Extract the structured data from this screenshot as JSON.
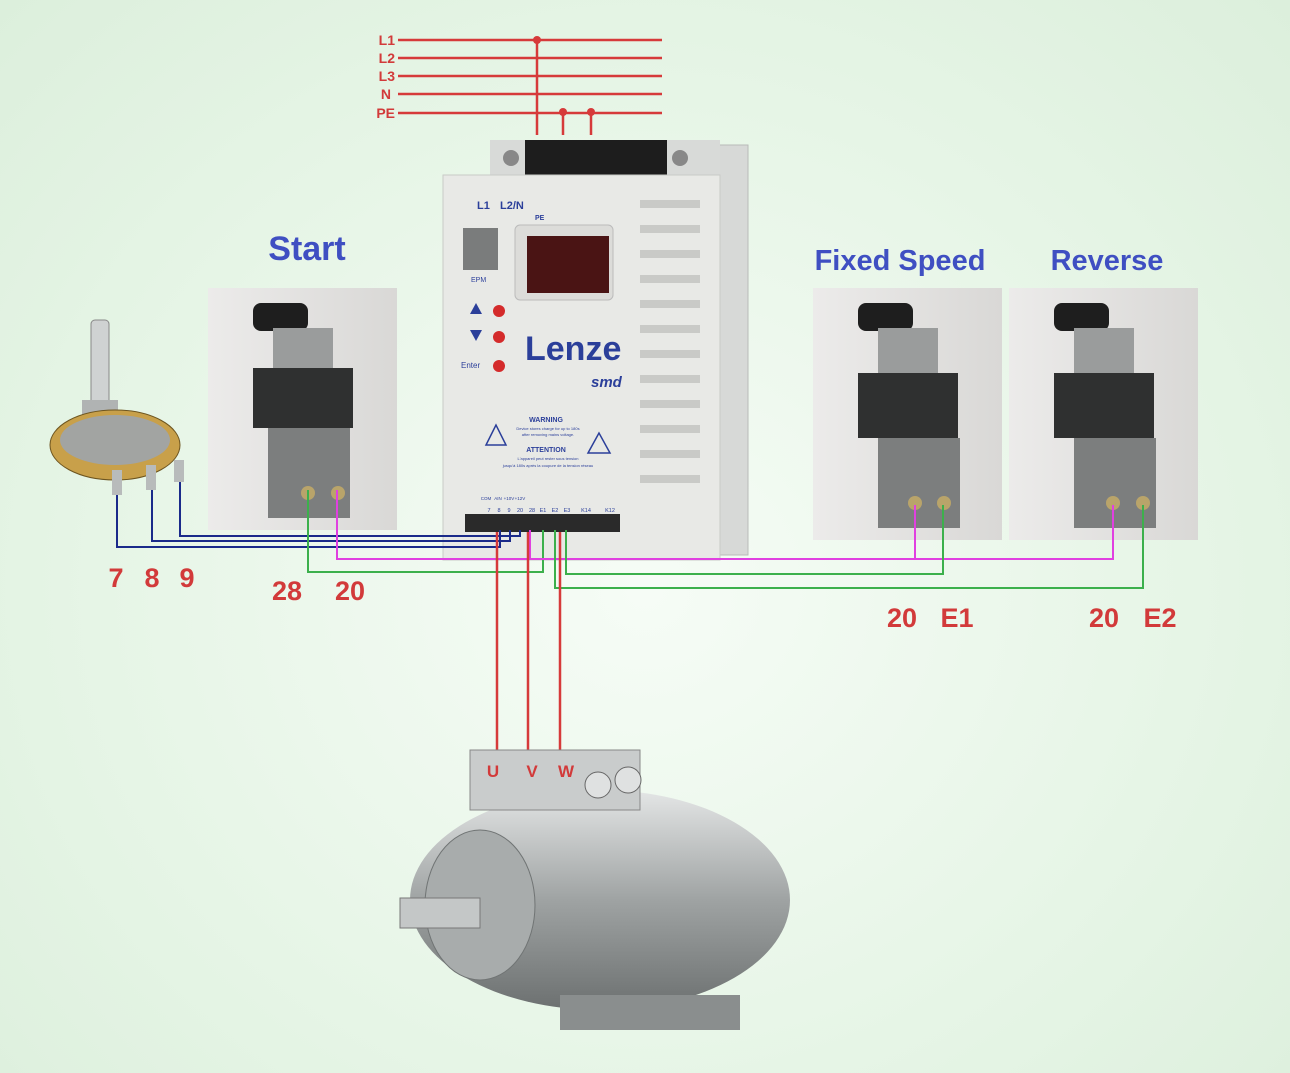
{
  "supply": {
    "lines": [
      "L1",
      "L2",
      "L3",
      "N",
      "PE"
    ]
  },
  "inverter": {
    "brand": "Lenze",
    "model": "smd",
    "power_terminals": {
      "l1": "L1",
      "l2n": "L2/N",
      "pe": "PE"
    },
    "epm": "EPM",
    "enter": "Enter",
    "warning_title": "WARNING",
    "warning_text_1": "Device stores charge for up to 180s",
    "warning_text_2": "after removing mains voltage.",
    "attention_title": "ATTENTION",
    "attention_text_1": "L'appareil peut rester sous tension",
    "attention_text_2": "jusqu'à 180s après la coupure de la tension réseau",
    "terminal_labels": [
      "7",
      "8",
      "9",
      "20",
      "28",
      "E1",
      "E2",
      "E3",
      "K14",
      "K12"
    ],
    "terminal_top_labels": [
      "COM",
      "AIN",
      "+10V",
      "+12V"
    ]
  },
  "switches": {
    "start": "Start",
    "fixed_speed": "Fixed Speed",
    "reverse": "Reverse"
  },
  "wire_labels": {
    "pot": [
      "7",
      "8",
      "9"
    ],
    "start": [
      "28",
      "20"
    ],
    "fixed_speed": [
      "20",
      "E1"
    ],
    "reverse": [
      "20",
      "E2"
    ],
    "motor": [
      "U",
      "V",
      "W"
    ]
  },
  "colors": {
    "power": "#d63a3a",
    "label_red": "#d23a3a",
    "title_blue": "#3f4fc2",
    "pot_wire": "#1a2a8a",
    "magenta": "#e040e0",
    "green": "#3cb04c"
  }
}
